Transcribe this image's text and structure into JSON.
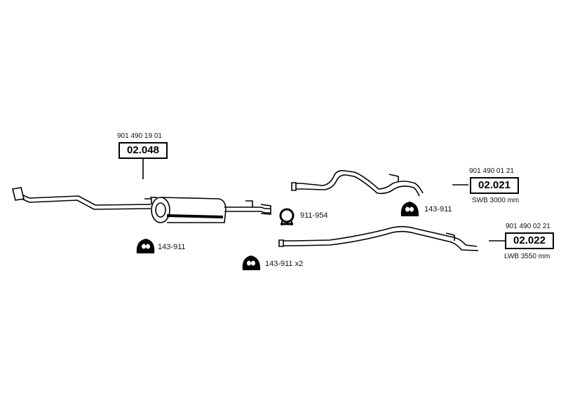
{
  "assemblies": [
    {
      "oem_number": "901 490 19 01",
      "part_code": "02.048"
    },
    {
      "oem_number": "901 490 01 21",
      "part_code": "02.021",
      "note": "SWB 3000 mm"
    },
    {
      "oem_number": "901 490 02 21",
      "part_code": "02.022",
      "note": "LWB 3550 mm"
    }
  ],
  "accessories": [
    {
      "icon": "rubber-mount-icon",
      "label": "143-911"
    },
    {
      "icon": "clamp-icon",
      "label": "911-954"
    },
    {
      "icon": "rubber-mount-icon",
      "label": "143-911 x2"
    },
    {
      "icon": "rubber-mount-icon",
      "label": "143-911"
    }
  ]
}
